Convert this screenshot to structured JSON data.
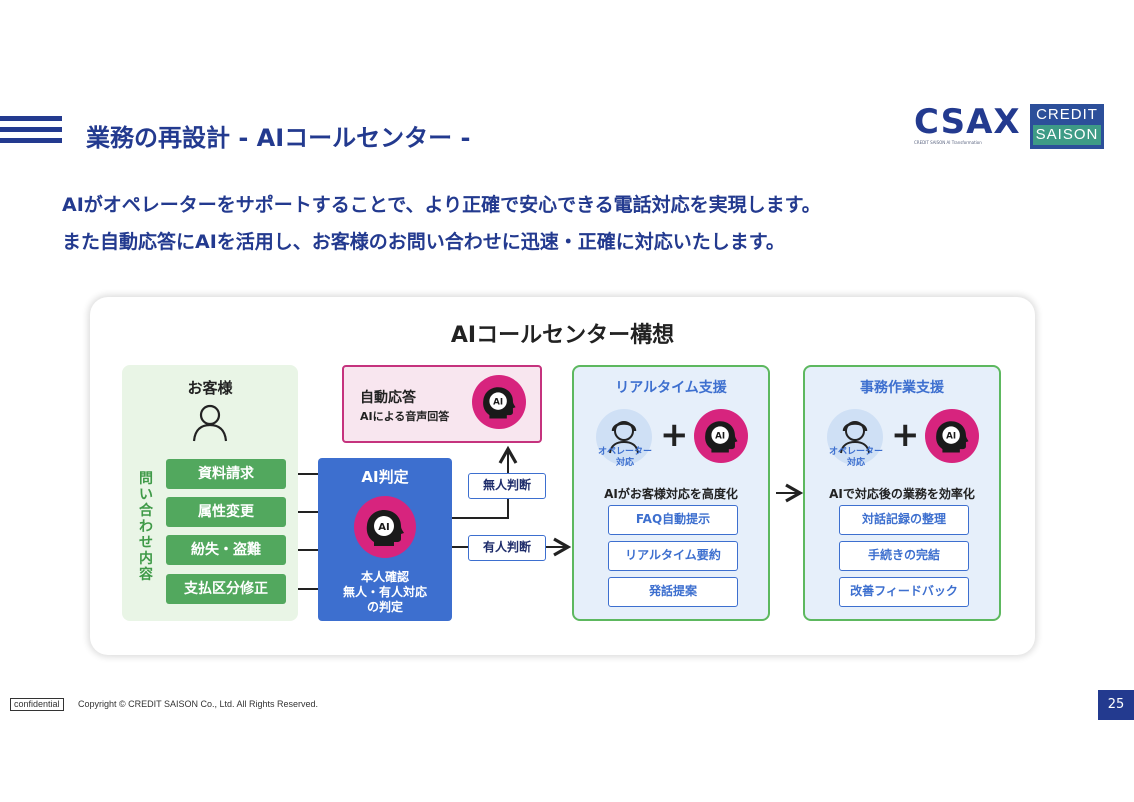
{
  "header": {
    "title": "業務の再設計 - AIコールセンター -",
    "logo_csax": "CSAX",
    "logo_csax_sub": "CREDIT SAISON AI Transformation",
    "logo_cs_line1": "CREDIT",
    "logo_cs_line2": "SAISON"
  },
  "lead": {
    "line1": "AIがオペレーターをサポートすることで、より正確で安心できる電話対応を実現します。",
    "line2": "また自動応答にAIを活用し、お客様のお問い合わせに迅速・正確に対応いたします。"
  },
  "diagram": {
    "title": "AIコールセンター構想",
    "customer": {
      "label": "お客様",
      "vertical_label": "問い合わせ内容",
      "inquiries": [
        "資料請求",
        "属性変更",
        "紛失・盗難",
        "支払区分修正"
      ]
    },
    "judge": {
      "title": "AI判定",
      "desc_line1": "本人確認",
      "desc_line2": "無人・有人対応",
      "desc_line3": "の判定"
    },
    "auto": {
      "title": "自動応答",
      "sub": "AIによる音声回答"
    },
    "tags": {
      "unmanned": "無人判断",
      "manned": "有人判断"
    },
    "ai_icon_text": "AI",
    "realtime": {
      "title": "リアルタイム支援",
      "operator_line1": "オペレーター",
      "operator_line2": "対応",
      "plus": "+",
      "desc": "AIがお客様対応を高度化",
      "features": [
        "FAQ自動提示",
        "リアルタイム要約",
        "発話提案"
      ]
    },
    "office": {
      "title": "事務作業支援",
      "operator_line1": "オペレーター",
      "operator_line2": "対応",
      "plus": "+",
      "desc": "AIで対応後の業務を効率化",
      "features": [
        "対話記録の整理",
        "手続きの完結",
        "改善フィードバック"
      ]
    }
  },
  "footer": {
    "confidential": "confidential",
    "copyright": "Copyright © CREDIT SAISON Co., Ltd. All Rights Reserved.",
    "page": "25"
  },
  "colors": {
    "navy": "#233a8f",
    "green": "#52a85e",
    "blue": "#3d6fcf",
    "magenta": "#d7247e"
  }
}
